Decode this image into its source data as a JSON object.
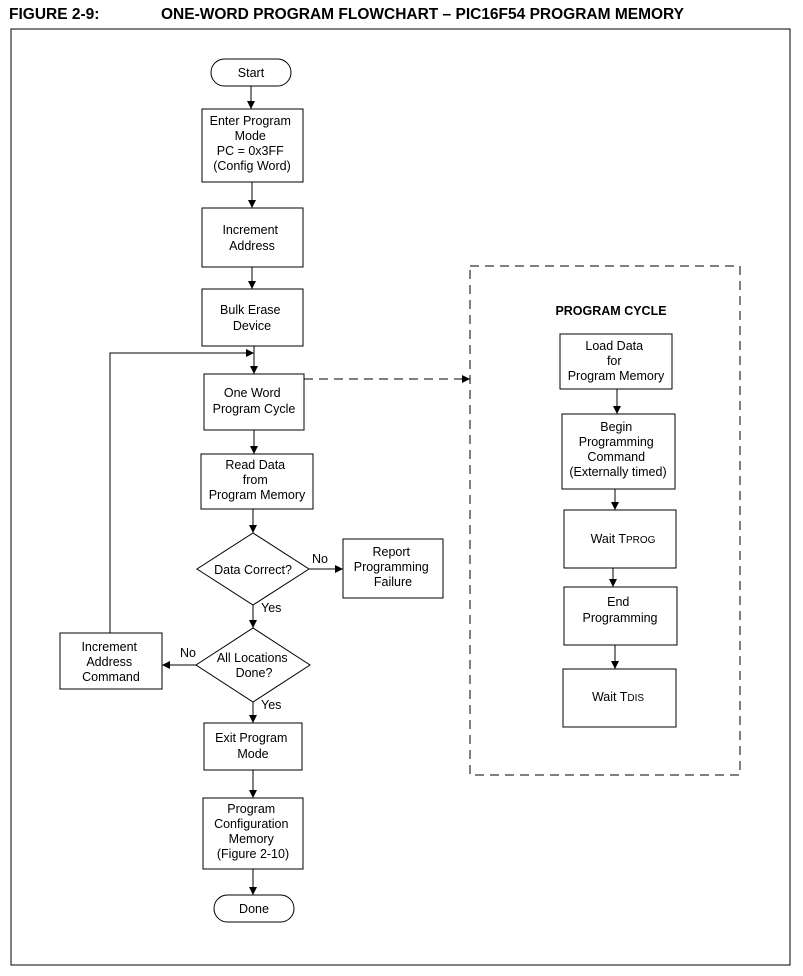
{
  "figure": {
    "label": "FIGURE 2-9:",
    "title": "ONE-WORD PROGRAM FLOWCHART – PIC16F54 PROGRAM MEMORY"
  },
  "nodes": {
    "start": {
      "lines": [
        "Start"
      ]
    },
    "enter_program_mode": {
      "lines": [
        "Enter Program",
        "Mode",
        "PC = 0x3FF",
        "(Config Word)"
      ]
    },
    "increment_address": {
      "lines": [
        "Increment",
        "Address"
      ]
    },
    "bulk_erase": {
      "lines": [
        "Bulk Erase",
        "Device"
      ]
    },
    "one_word_program_cycle": {
      "lines": [
        "One Word",
        "Program Cycle"
      ]
    },
    "read_data": {
      "lines": [
        "Read Data",
        "from",
        "Program Memory"
      ]
    },
    "data_correct": {
      "lines": [
        "Data Correct?"
      ]
    },
    "report_failure": {
      "lines": [
        "Report",
        "Programming",
        "Failure"
      ]
    },
    "all_locations_done": {
      "lines": [
        "All Locations",
        "Done?"
      ]
    },
    "increment_address_command": {
      "lines": [
        "Increment",
        "Address",
        "Command"
      ]
    },
    "exit_program_mode": {
      "lines": [
        "Exit Program",
        "Mode"
      ]
    },
    "program_config_memory": {
      "lines": [
        "Program",
        "Configuration",
        "Memory",
        "(Figure 2-10)"
      ]
    },
    "done": {
      "lines": [
        "Done"
      ]
    },
    "load_data": {
      "lines": [
        "Load Data",
        "for",
        "Program Memory"
      ]
    },
    "begin_programming": {
      "lines": [
        "Begin",
        "Programming",
        "Command",
        "(Externally timed)"
      ]
    },
    "wait_tprog": {
      "prefix": "Wait T",
      "sub": "PROG"
    },
    "end_programming": {
      "lines": [
        "End",
        "Programming"
      ]
    },
    "wait_tdis": {
      "prefix": "Wait T",
      "sub": "DIS"
    }
  },
  "labels": {
    "program_cycle_title": "PROGRAM CYCLE",
    "data_correct_no": "No",
    "data_correct_yes": "Yes",
    "all_locations_no": "No",
    "all_locations_yes": "Yes"
  }
}
